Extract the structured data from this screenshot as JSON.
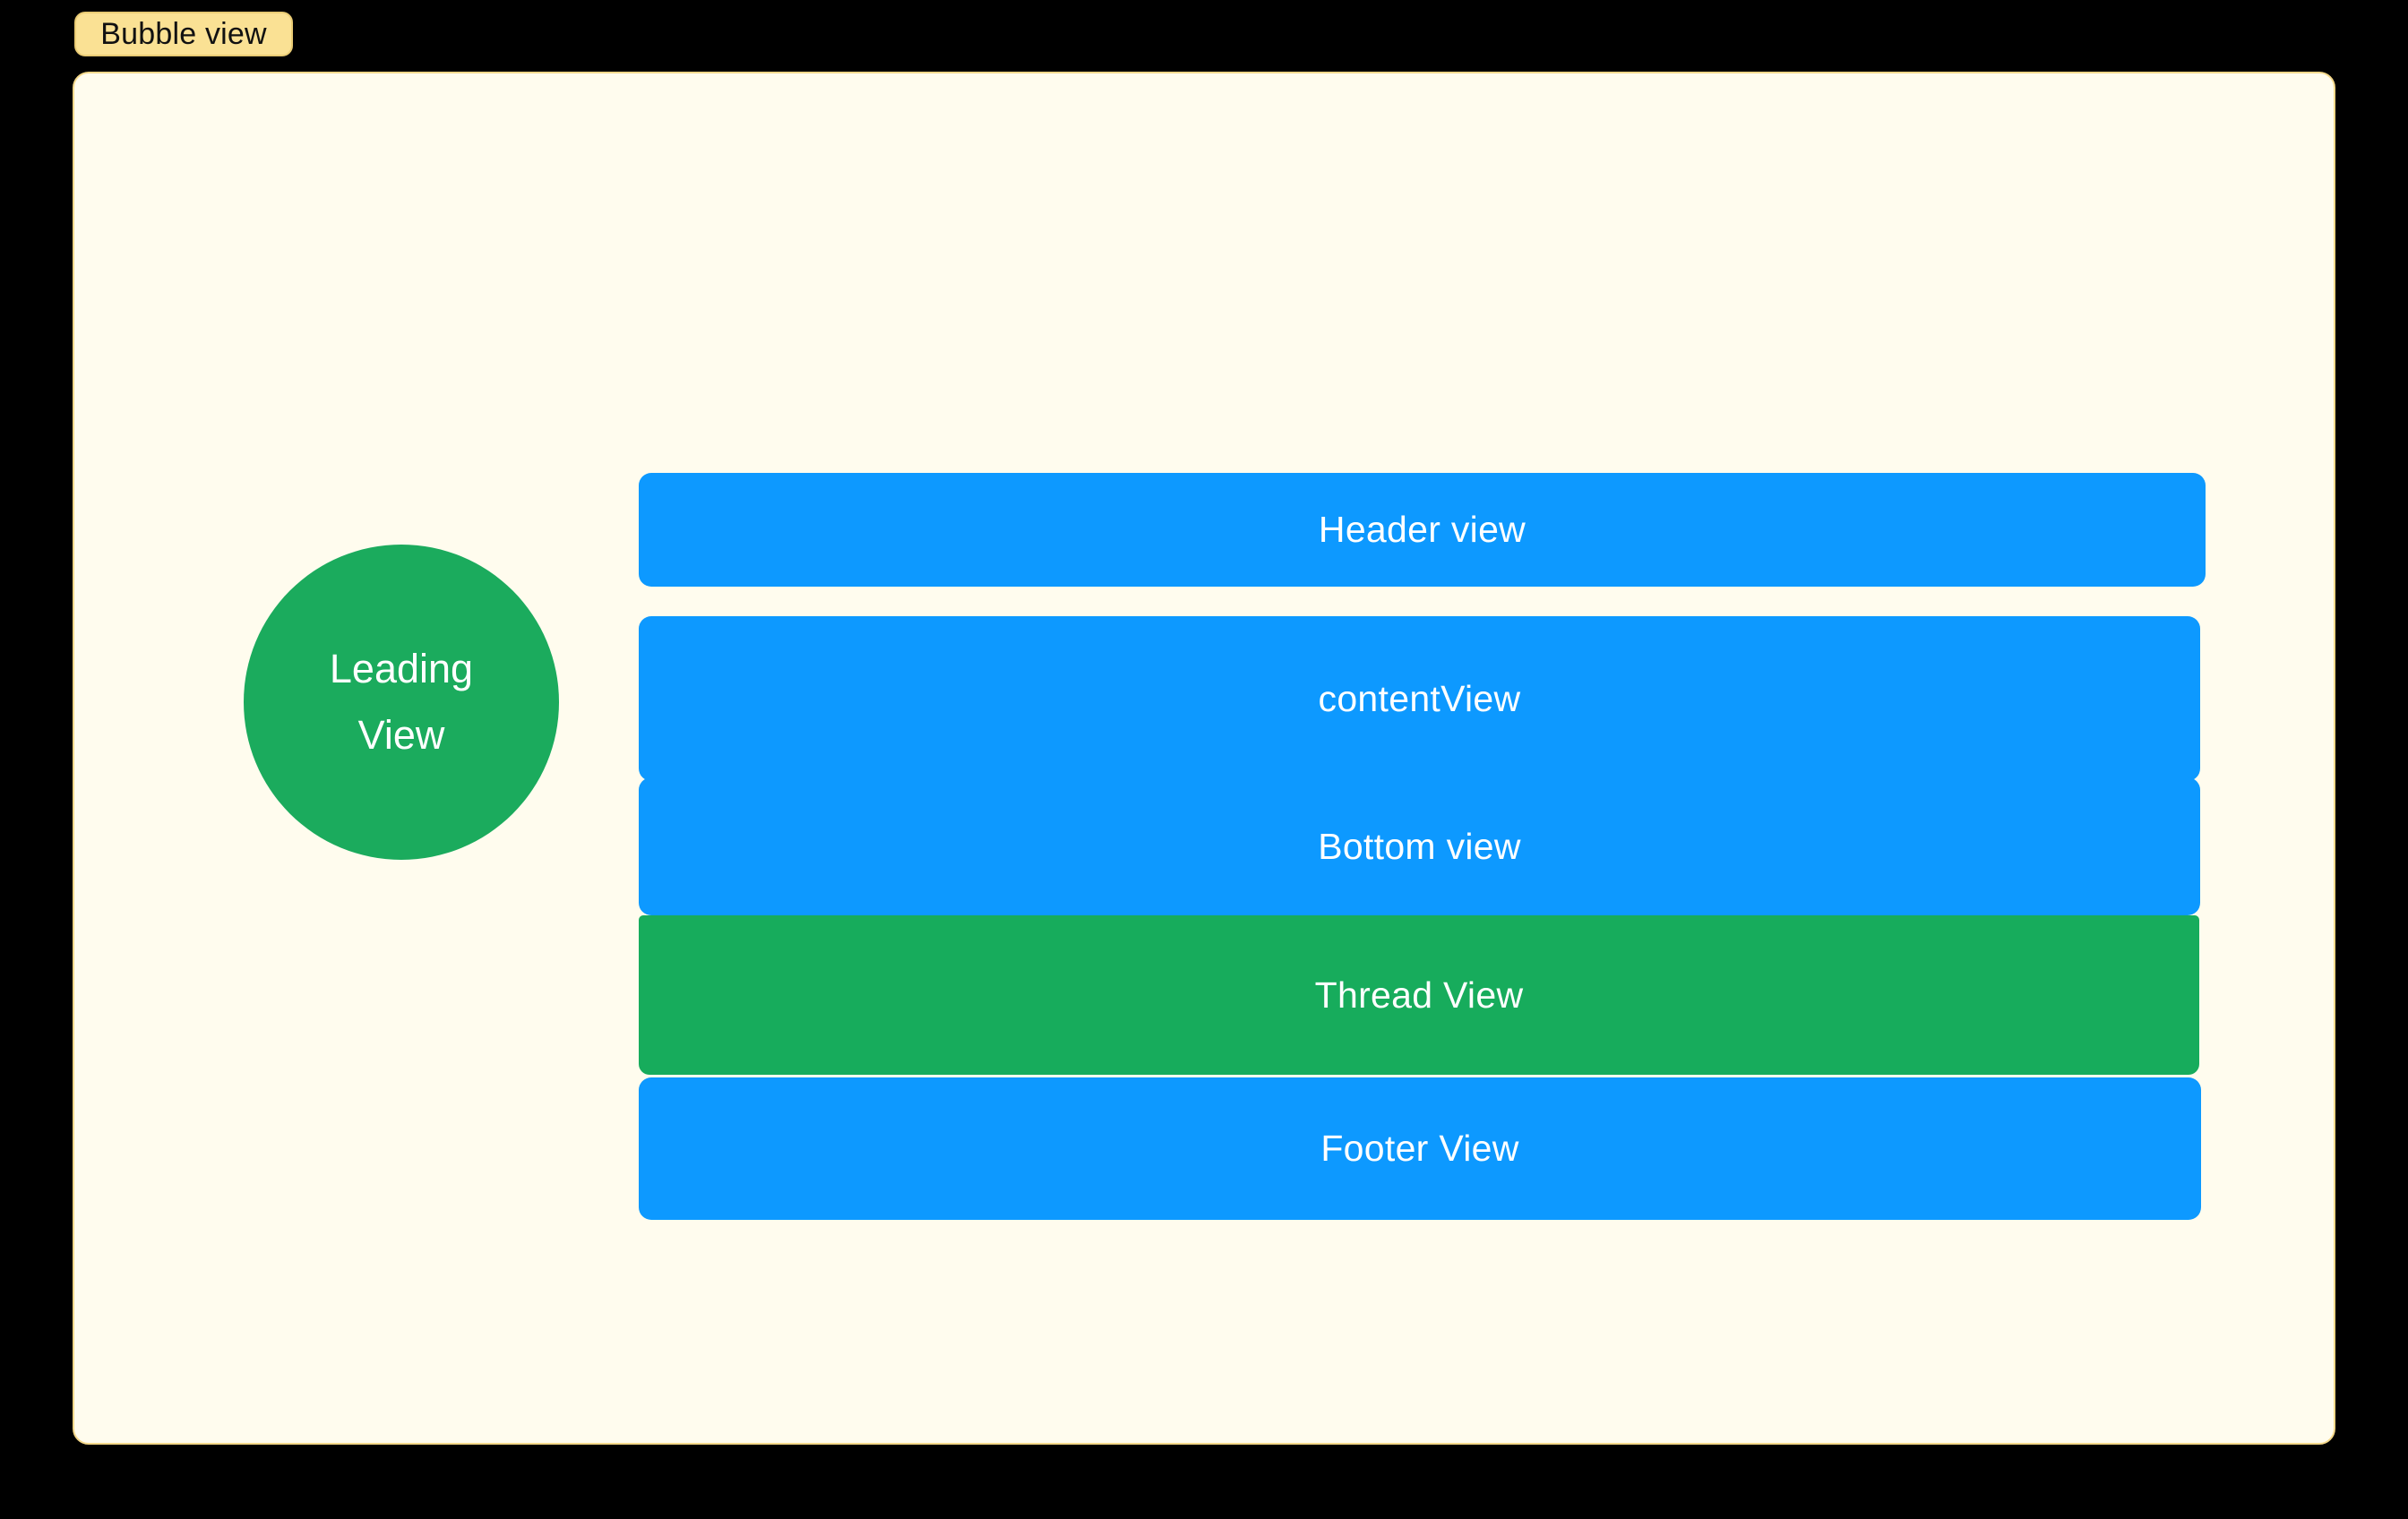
{
  "canvas": {
    "background_color": "#000000"
  },
  "section": {
    "tag_label": "Bubble view",
    "tag_bg_color": "#fae194",
    "tag_border_color": "#e9cb74",
    "tag_text_color": "#111111",
    "frame_bg_color": "#fffcee",
    "frame_border_color": "#f4d88a"
  },
  "leading_circle": {
    "label_line1": "Leading",
    "label_line2": "View",
    "color": "#1bab5d",
    "text_color": "#ffffff"
  },
  "bars": {
    "header": {
      "label": "Header view",
      "color": "#0d99ff"
    },
    "content": {
      "label": "contentView",
      "color": "#0d99ff"
    },
    "bottom": {
      "label": "Bottom view",
      "color": "#0d99ff"
    },
    "thread": {
      "label": "Thread View",
      "color": "#17ac5c"
    },
    "footer": {
      "label": "Footer View",
      "color": "#0d99ff"
    }
  },
  "label_text_color": "#ffffff"
}
